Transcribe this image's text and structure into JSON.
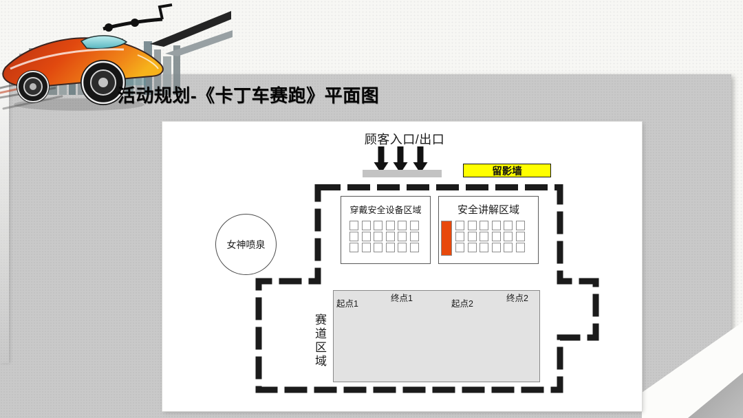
{
  "slide": {
    "title": "活动规划-《卡丁车赛跑》平面图"
  },
  "floor_plan": {
    "entrance_label": "顾客入口/出口",
    "photo_wall": {
      "label": "留影墙",
      "bg": "#FFFF00"
    },
    "gear_area": {
      "label": "穿戴安全设备区域"
    },
    "briefing_area": {
      "label": "安全讲解区域",
      "podium_color": "#E8490C"
    },
    "fountain": {
      "label": "女神喷泉"
    },
    "track_area": {
      "label": "赛道区域",
      "bg": "#E2E2E2"
    },
    "tracks": [
      {
        "start_label": "起点1",
        "end_label": "终点1"
      },
      {
        "start_label": "起点2",
        "end_label": "终点2"
      }
    ],
    "seating": {
      "rows": 3,
      "columns": 6
    },
    "boundary_color": "#1B1B1B",
    "track_line_color": "#161616"
  }
}
